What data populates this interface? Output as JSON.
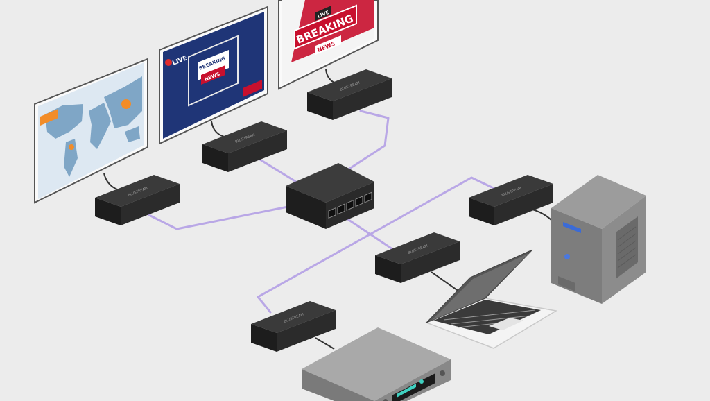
{
  "colors": {
    "background": "#ececec",
    "link_cable": "#b9a7e6",
    "device_body": "#2b2b2b",
    "breaking_red": "#c8102e",
    "map_land": "#7fa6c6",
    "map_highlight": "#f28c28",
    "broadcast_blue": "#1f3577"
  },
  "screens": {
    "map": {
      "icons": [
        "world-map-icon"
      ]
    },
    "broadcast_blue": {
      "badge": "LIVE",
      "headline_top": "BREAKING",
      "headline_bottom": "NEWS"
    },
    "breaking_red": {
      "badge": "LIVE",
      "headline_top": "BREAKING",
      "headline_bottom": "NEWS"
    }
  },
  "devices": {
    "extender_brand": "BLUSTREAM",
    "extender_count": 6,
    "switch_ports": 5,
    "sources": [
      "desktop-tower-icon",
      "laptop-icon",
      "av-receiver-icon"
    ]
  }
}
